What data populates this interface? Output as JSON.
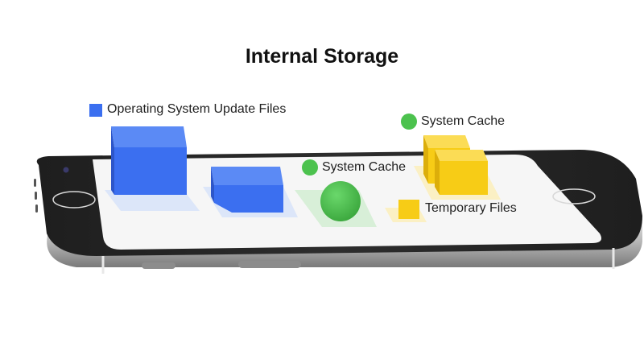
{
  "title": "Internal Storage",
  "labels": {
    "os_update": "Operating System Update Files",
    "system_cache_top": "System Cache",
    "system_cache_mid": "System Cache",
    "temporary": "Temporary Files"
  },
  "colors": {
    "blue": "#3b6ff0",
    "green": "#4cc24e",
    "yellow": "#f7cc16",
    "phone_dark": "#262626",
    "phone_silver": "#b9b9b9",
    "screen": "#f6f6f6"
  },
  "icons": [
    "blue-cube-icon",
    "green-sphere-icon",
    "yellow-cube-icon",
    "home-button-icon",
    "camera-icon"
  ]
}
